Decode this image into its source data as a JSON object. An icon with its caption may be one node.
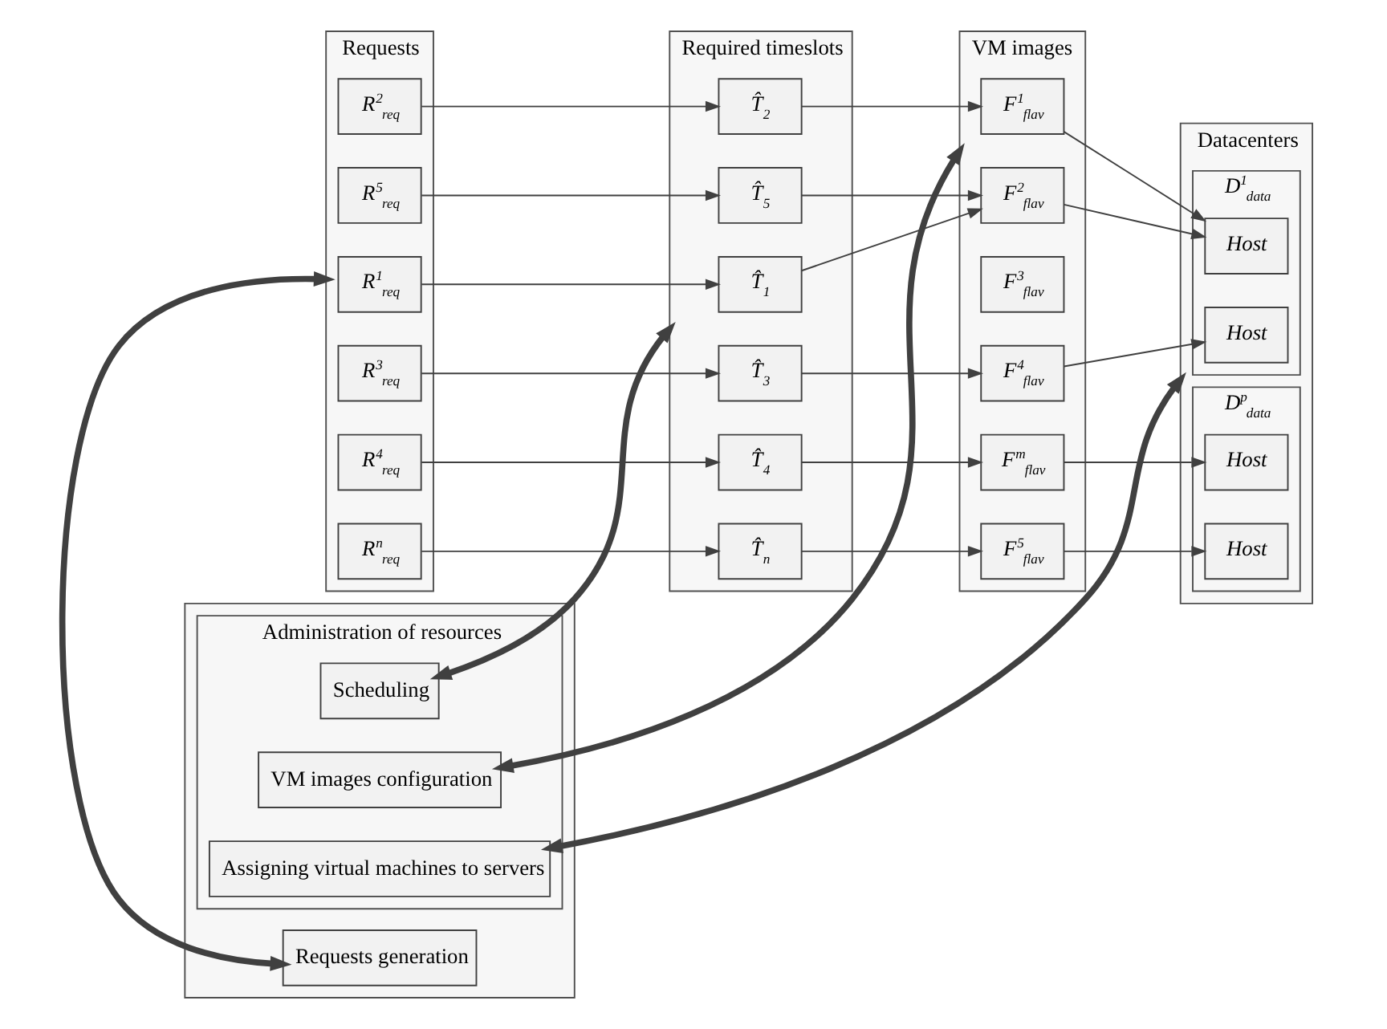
{
  "diagram": {
    "nodes": [
      {
        "text": [
          "Requests"
        ]
      },
      {
        "text": [
          "R$^{1}$$_{req}$"
        ],
        "in": 0
      },
      {
        "text": [
          "R$^{2}$$_{req}$"
        ],
        "in": 0
      },
      {
        "text": [
          "R$^{3}$$_{req}$"
        ],
        "in": 0
      },
      {
        "text": [
          "R$^{4}$$_{req}$"
        ],
        "in": 0
      },
      {
        "text": [
          "R$^{5}$$_{req}$"
        ],
        "in": 0
      },
      {
        "text": [
          "R$^{n}$$_{req}$"
        ],
        "in": 0
      },
      {
        "text": [
          "Required timeslots"
        ]
      },
      {
        "text": [
          "T̂$_{1}$"
        ],
        "in": 7
      },
      {
        "text": [
          "T̂$_{2}$"
        ],
        "in": 7
      },
      {
        "text": [
          "T̂$_{3}$"
        ],
        "in": 7
      },
      {
        "text": [
          "T̂$_{4}$"
        ],
        "in": 7
      },
      {
        "text": [
          "T̂$_{5}$"
        ],
        "in": 7
      },
      {
        "text": [
          "T̂$_{n}$"
        ],
        "in": 7
      },
      {
        "text": [
          "VM images"
        ]
      },
      {
        "text": [
          "F$^{1}$$_{flav}$"
        ],
        "in": 14
      },
      {
        "text": [
          "F$^{2}$$_{flav}$"
        ],
        "in": 14
      },
      {
        "text": [
          "F$^{3}$$_{flav}$"
        ],
        "in": 14
      },
      {
        "text": [
          "F$^{4}$$_{flav}$"
        ],
        "in": 14
      },
      {
        "text": [
          "F$^{5}$$_{flav}$"
        ],
        "in": 14
      },
      {
        "text": [
          "F$^{m}$$_{flav}$"
        ],
        "in": 14
      },
      {
        "text": [
          "Datacenters"
        ]
      },
      {
        "text": [
          "D$^{1}$$_{data}$"
        ],
        "in": 21
      },
      {
        "text": [
          "Host"
        ],
        "in": 22
      },
      {
        "text": [
          "Host"
        ],
        "in": 22
      },
      {
        "text": [
          "D$^{p}$$_{data}$"
        ],
        "in": 21
      },
      {
        "text": [
          "Host"
        ],
        "in": 25
      },
      {
        "text": [
          "Host"
        ],
        "in": 25
      },
      {
        "text": [],
        "shape": "box"
      },
      {
        "text": [
          "Requests generation"
        ],
        "in": 28
      },
      {
        "text": [
          "Administration of resources"
        ],
        "in": 28
      },
      {
        "text": [
          "Scheduling"
        ],
        "in": 30
      },
      {
        "text": [
          "VM images configuration"
        ],
        "in": 30
      },
      {
        "text": [
          "Assigning virtual machines to servers"
        ],
        "in": 30
      }
    ],
    "edges": [
      {
        "from": 1,
        "to": 8,
        "arrow": "to"
      },
      {
        "from": 2,
        "to": 9,
        "arrow": "to"
      },
      {
        "from": 3,
        "to": 10,
        "arrow": "to"
      },
      {
        "from": 4,
        "to": 11,
        "arrow": "to"
      },
      {
        "from": 5,
        "to": 12,
        "arrow": "to"
      },
      {
        "from": 6,
        "to": 13,
        "arrow": "to"
      },
      {
        "from": 8,
        "to": 16,
        "arrow": "to"
      },
      {
        "from": 9,
        "to": 15,
        "arrow": "to"
      },
      {
        "from": 10,
        "to": 18,
        "arrow": "to"
      },
      {
        "from": 11,
        "to": 20,
        "arrow": "to"
      },
      {
        "from": 12,
        "to": 16,
        "arrow": "to"
      },
      {
        "from": 13,
        "to": 19,
        "arrow": "to"
      },
      {
        "from": 15,
        "to": 24,
        "arrow": "to"
      },
      {
        "from": 16,
        "to": 24,
        "arrow": "to"
      },
      {
        "from": 18,
        "to": 23,
        "arrow": "to"
      },
      {
        "from": 19,
        "to": 27,
        "arrow": "to"
      },
      {
        "from": 20,
        "to": 26,
        "arrow": "to"
      },
      {
        "from": 0,
        "to": 29,
        "arrow": "both",
        "style": "thick"
      },
      {
        "from": 7,
        "to": 31,
        "arrow": "both",
        "style": "thick"
      },
      {
        "from": 14,
        "to": 32,
        "arrow": "both",
        "style": "thick"
      },
      {
        "from": 21,
        "to": 33,
        "arrow": "both",
        "style": "thick"
      }
    ]
  }
}
